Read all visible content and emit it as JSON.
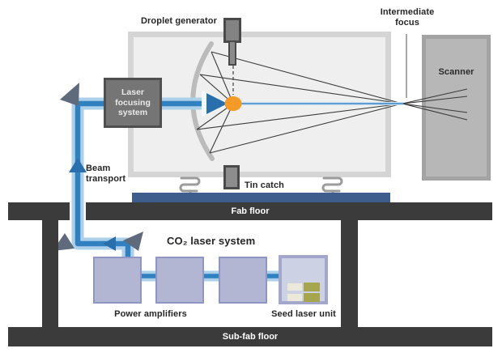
{
  "labels": {
    "droplet_generator": "Droplet generator",
    "intermediate_focus": "Intermediate focus",
    "scanner": "Scanner",
    "laser_focusing_system": "Laser focusing system",
    "beam_transport": "Beam transport",
    "tin_catch": "Tin catch",
    "fab_floor": "Fab floor",
    "co2_laser_system": "CO₂ laser system",
    "power_amplifiers": "Power amplifiers",
    "seed_laser_unit": "Seed laser unit",
    "sub_fab_floor": "Sub-fab floor"
  },
  "colors": {
    "beam_outer": "#accfea",
    "beam_core": "#3181c1",
    "beam_arrow": "#2a6fad",
    "plasma": "#f49a27",
    "collector_mirror": "#bbbbbb",
    "fold_mirror": "#606a7d",
    "platform_blue": "#3e5c8c",
    "floor_dark": "#3b3b3b",
    "chamber_fill": "#efefef",
    "chamber_border": "#d5d5d5",
    "scanner_fill": "#b7b7b7",
    "equipment_gray": "#757575",
    "amplifier_fill": "#b2b6d3",
    "amplifier_border": "#9096c3",
    "seed_fill": "#cdd1e4",
    "seed_detail_olive": "#a5a64e",
    "seed_detail_cream": "#ece9da",
    "ray_line": "#3c3c3c"
  }
}
